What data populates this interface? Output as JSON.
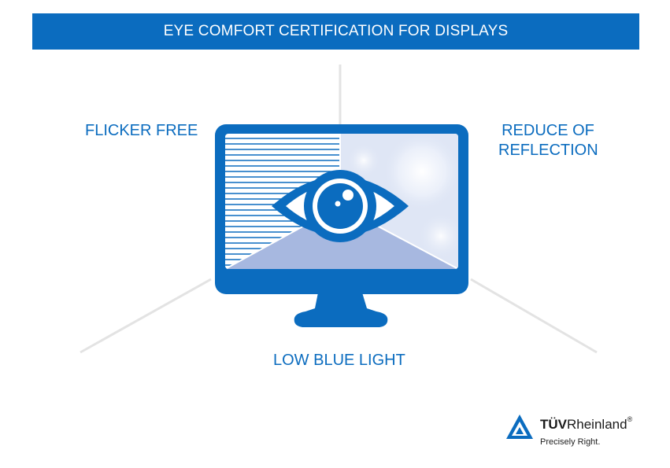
{
  "header": {
    "title": "EYE COMFORT CERTIFICATION FOR DISPLAYS"
  },
  "features": {
    "flicker": "FLICKER FREE",
    "reflection_line1": "REDUCE OF",
    "reflection_line2": "REFLECTION",
    "low_blue": "LOW BLUE LIGHT"
  },
  "logo": {
    "brand_bold": "TÜV",
    "brand_regular": "Rheinland",
    "registered": "®",
    "tagline": "Precisely Right."
  },
  "colors": {
    "accent": "#0b6cbf",
    "light_blue": "#a7b8e0",
    "pale_blue": "#dfe6f5",
    "connector": "#e3e3e3"
  },
  "icons": [
    "monitor-icon",
    "eye-icon",
    "tuv-logo-icon"
  ]
}
